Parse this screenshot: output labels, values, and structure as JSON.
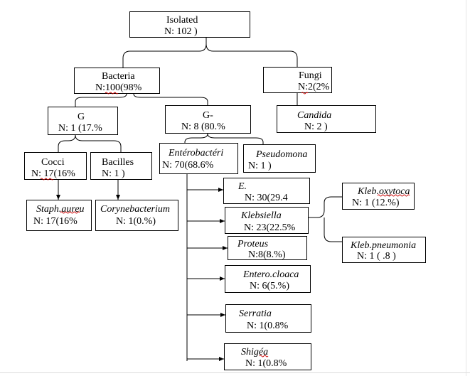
{
  "nodes": {
    "isolated": {
      "line1": "Isolated",
      "line2": "N: 102       )"
    },
    "bacteria": {
      "line1": "Bacteria",
      "line2": "N:100(98%"
    },
    "fungi": {
      "line1": "Fungi",
      "line2": "N:2(2%"
    },
    "gram_pos": {
      "line1": "G",
      "line2": "N: 1  (17.%"
    },
    "gram_neg": {
      "line1": "G-",
      "line2": "N: 8  (80.%"
    },
    "candida": {
      "line1": "Candida",
      "line2": "N: 2        )"
    },
    "cocci": {
      "line1": "Cocci",
      "line2": "N: 17(16%"
    },
    "bacilles": {
      "line1": "Bacilles",
      "line2": "N: 1        )"
    },
    "enterobacteri": {
      "line1": "Entérobactéri",
      "line2": "N: 70(68.6%"
    },
    "pseudomona": {
      "line1": "Pseudomona",
      "line2": "N: 1          )"
    },
    "staph": {
      "line1": "Staph.aureu",
      "line2": "N: 17(16%"
    },
    "corynebacterium": {
      "line1": "Corynebacterium",
      "line2": "N: 1(0.%)"
    },
    "e_coli": {
      "line1": "E.",
      "line2": "N: 30(29.4"
    },
    "klebsiella": {
      "line1": "Klebsiella",
      "line2": "N: 23(22.5%"
    },
    "proteus": {
      "line1": "Proteus",
      "line2": "N:8(8.%)"
    },
    "entero_cloaca": {
      "line1": "Entero.cloaca",
      "line2": "N: 6(5.%)"
    },
    "serratia": {
      "line1": "Serratia",
      "line2": "N: 1(0.8%"
    },
    "shigella": {
      "line1": "Shigéa",
      "line2": "N: 1(0.8%"
    },
    "kleb_oxytoca": {
      "line1": "Kleb.oxytoca",
      "line2": "N: 1  (12.%)"
    },
    "kleb_pneumonia": {
      "line1": "Kleb.pneumonia",
      "line2": "N: 1  ( .8  )"
    }
  },
  "colors": {
    "line": "#000000",
    "border": "#000000",
    "background": "#ffffff",
    "spellcheck": "#cc0000"
  }
}
